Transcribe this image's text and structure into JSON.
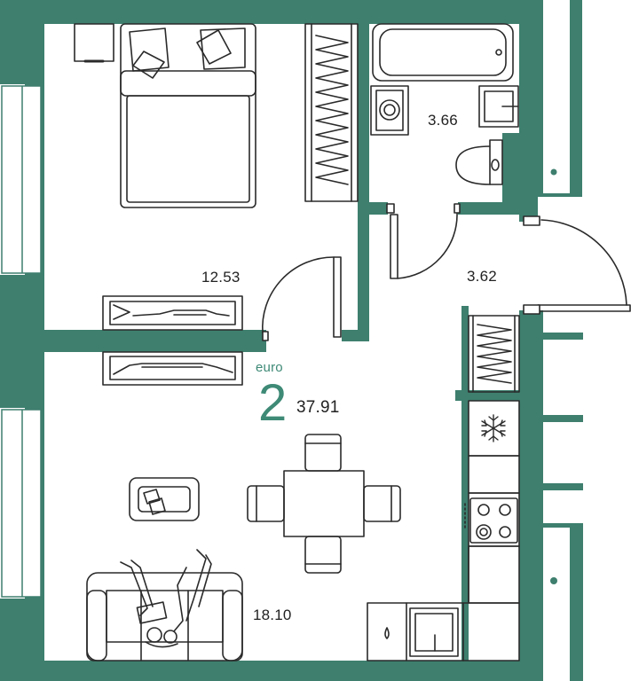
{
  "colors": {
    "wall": "#3e7f6e",
    "accent": "#3e8a76",
    "line": "#2a2a2a",
    "fill": "#ffffff",
    "text": "#222222"
  },
  "plan": {
    "type_label": "euro",
    "rooms_count": "2",
    "total_area": "37.91",
    "rooms": [
      {
        "name": "bedroom",
        "area": "12.53"
      },
      {
        "name": "bathroom",
        "area": "3.66"
      },
      {
        "name": "hallway",
        "area": "3.62"
      },
      {
        "name": "kitchen-living",
        "area": "18.10"
      }
    ]
  },
  "icons": [
    "snowflake-icon",
    "stove-icon",
    "sink-icon",
    "bathtub-icon",
    "toilet-icon",
    "washing-machine-icon",
    "bed-icon",
    "sofa-icon",
    "tv-icon",
    "dining-table-icon"
  ]
}
